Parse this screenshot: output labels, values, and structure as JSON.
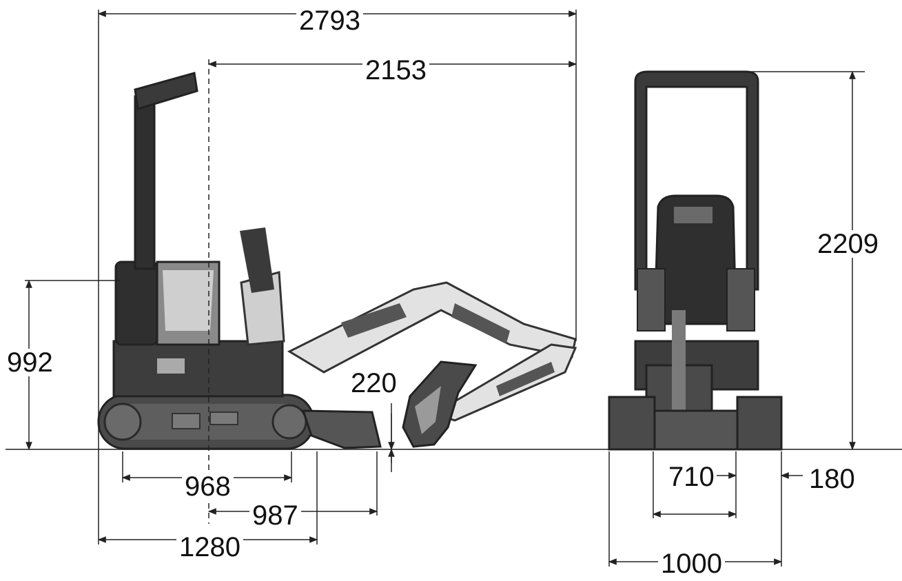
{
  "dimensions": {
    "overall_length": "2793",
    "front_reach": "2153",
    "height_cab": "992",
    "blade_drop": "220",
    "overall_height": "2209",
    "track_center_length": "968",
    "blade_offset": "987",
    "rear_length": "1280",
    "track_gauge_inner": "710",
    "track_width": "180",
    "overall_width": "1000"
  },
  "colors": {
    "body": "#3a3a3a",
    "body_light": "#6b6b6b",
    "arm_light": "#e2e2e2",
    "line": "#222222"
  }
}
